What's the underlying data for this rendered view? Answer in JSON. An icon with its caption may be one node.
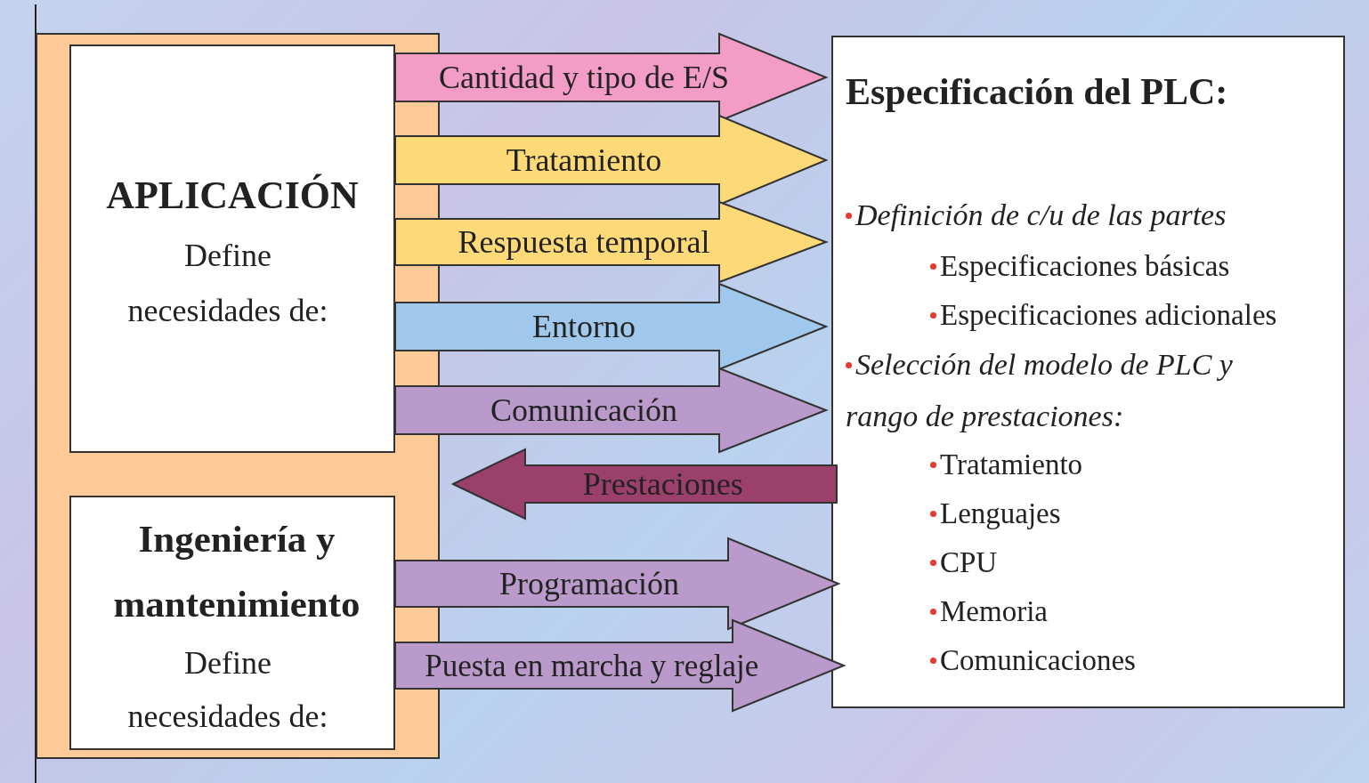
{
  "diagram": {
    "nodes": [
      {
        "text": [],
        "shape": "box"
      },
      {
        "text": [
          "APLICACIÓN",
          "Define necesidades de:"
        ],
        "in": 0
      },
      {
        "text": [
          "Ingeniería y mantenimiento",
          "Define necesidades de:"
        ],
        "in": 0
      },
      {
        "text": [
          "Especificación del PLC:",
          "Definición de c/u de las partes",
          "Especificaciones básicas",
          "Especificaciones adicionales",
          "Selección del modelo de PLC y rango de prestaciones:",
          "Tratamiento",
          "Lenguajes",
          "CPU",
          "Memoria",
          "Comunicaciones"
        ]
      }
    ],
    "edges": [
      {
        "from": 1,
        "to": 3,
        "arrow": "to",
        "label": "Cantidad y tipo de E/S",
        "color": "#f29cc6"
      },
      {
        "from": 1,
        "to": 3,
        "arrow": "to",
        "label": "Tratamiento",
        "color": "#fdd978"
      },
      {
        "from": 1,
        "to": 3,
        "arrow": "to",
        "label": "Respuesta temporal",
        "color": "#fdd978"
      },
      {
        "from": 1,
        "to": 3,
        "arrow": "to",
        "label": "Entorno",
        "color": "#a0c8ec"
      },
      {
        "from": 1,
        "to": 3,
        "arrow": "to",
        "label": "Comunicación",
        "color": "#b99aca"
      },
      {
        "from": 3,
        "to": 0,
        "arrow": "to",
        "label": "Prestaciones",
        "color": "#9b3f6b"
      },
      {
        "from": 2,
        "to": 3,
        "arrow": "to",
        "label": "Programación",
        "color": "#b99aca"
      },
      {
        "from": 2,
        "to": 3,
        "arrow": "to",
        "label": "Puesta en marcha y reglaje",
        "color": "#b99aca"
      }
    ]
  }
}
